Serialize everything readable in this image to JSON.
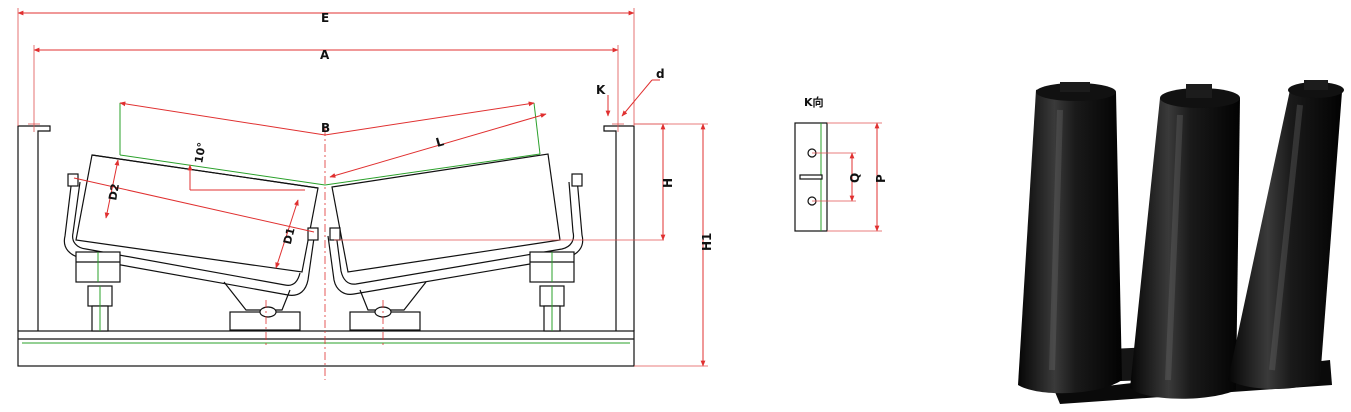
{
  "labels": {
    "E": "E",
    "A": "A",
    "B": "B",
    "K": "K",
    "d": "d",
    "L": "L",
    "angle": "10°",
    "D2": "D2",
    "D1": "D1",
    "H": "H",
    "H1": "H1",
    "K_view": "K向",
    "P": "P",
    "Q": "Q"
  },
  "colors": {
    "dimension_line": "#e03030",
    "roller_guide": "#2aa02a",
    "outline": "#111111",
    "roller_body": "#111111"
  }
}
